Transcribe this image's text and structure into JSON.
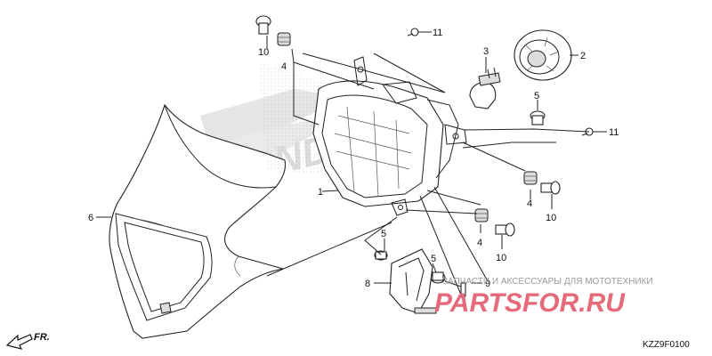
{
  "callouts": {
    "c1": "1",
    "c2": "2",
    "c3": "3",
    "c4a": "4",
    "c4b": "4",
    "c4c": "4",
    "c5a": "5",
    "c5b": "5",
    "c5c": "5",
    "c6": "6",
    "c8": "8",
    "c9": "9",
    "c10a": "10",
    "c10b": "10",
    "c10c": "10",
    "c11a": "11",
    "c11b": "11"
  },
  "watermark": {
    "tagline": "ЗАПЧАСТИ И АКСЕССУАРЫ ДЛЯ МОТОТЕХНИКИ",
    "logo": "PARTSFOR.RU"
  },
  "direction_label": "FR.",
  "diagram_code": "KZZ9F0100",
  "background_brand": "HONDA",
  "colors": {
    "line": "#222222",
    "watermark_logo": "#e56a7a",
    "watermark_text": "#9a9a9a",
    "brand_background": "#d9d9d9"
  }
}
